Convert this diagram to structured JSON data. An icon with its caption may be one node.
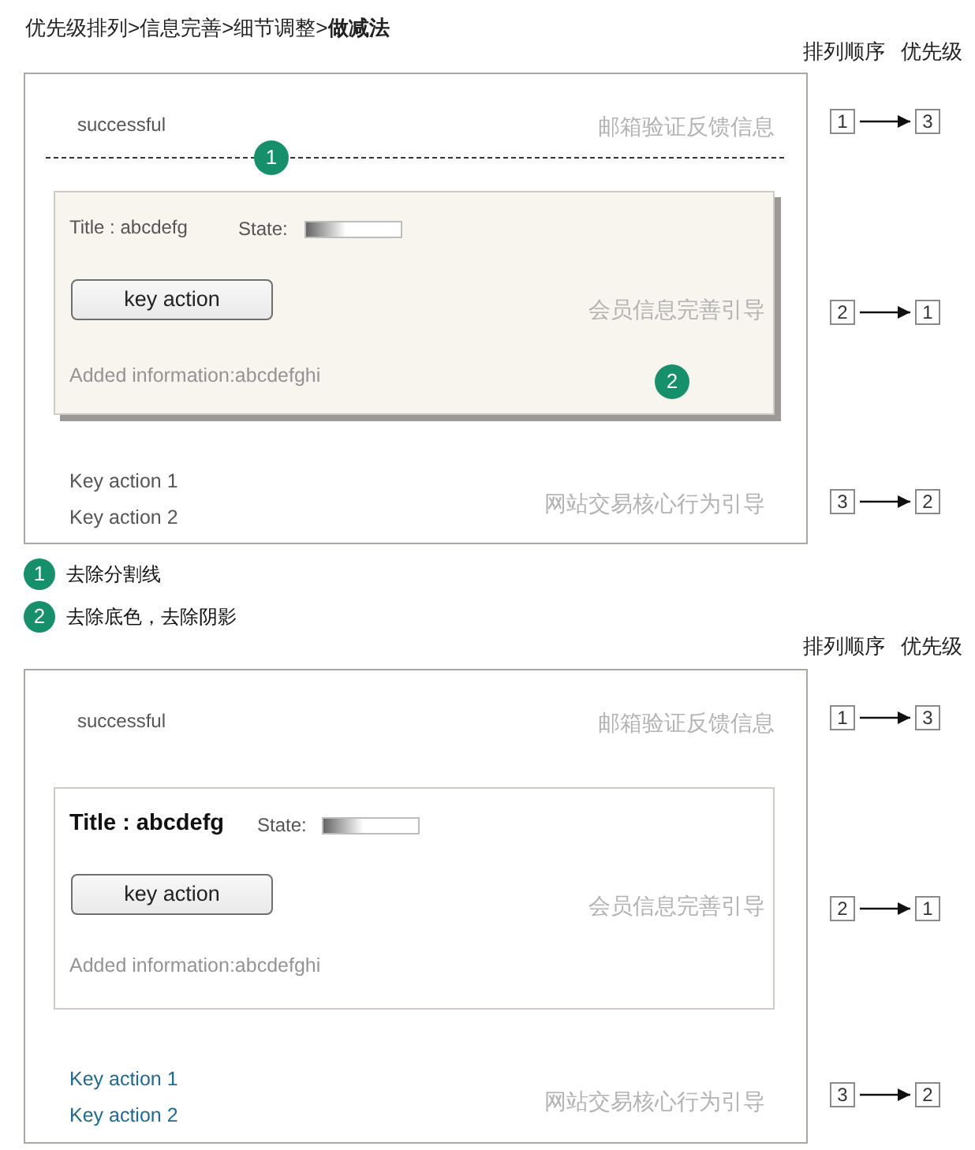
{
  "diagram": {
    "title": "优先级排列>信息完善>细节调整>**做减法**",
    "nodes": [
      {
        "text": [
          "successful",
          "邮箱验证反馈信息",
          "Key action 1",
          "Key action 2",
          "网站交易核心行为引导"
        ]
      },
      {
        "text": [
          "1"
        ],
        "in": 0
      },
      {
        "text": [
          "Title : abcdefg",
          "State:",
          "会员信息完善引导",
          "Added information:abcdefghi"
        ],
        "in": 0
      },
      {
        "text": [
          "key action"
        ],
        "in": 2
      },
      {
        "text": [
          "2"
        ],
        "in": 2
      },
      {
        "text": [
          "1"
        ]
      },
      {
        "text": [
          "3"
        ]
      },
      {
        "text": [
          "2"
        ]
      },
      {
        "text": [
          "1"
        ]
      },
      {
        "text": [
          "3"
        ]
      },
      {
        "text": [
          "2"
        ]
      },
      {
        "text": [
          "1"
        ],
        "beside": [
          "去除分割线"
        ]
      },
      {
        "text": [
          "2"
        ],
        "beside": [
          "去除底色，去除阴影"
        ]
      },
      {
        "text": [
          "successful",
          "邮箱验证反馈信息",
          "Key action 1",
          "Key action 2",
          "网站交易核心行为引导"
        ]
      },
      {
        "text": [
          "Title : abcdefg",
          "State:",
          "会员信息完善引导",
          "Added information:abcdefghi"
        ],
        "in": 13
      },
      {
        "text": [
          "key action"
        ],
        "in": 14
      },
      {
        "text": [
          "1"
        ]
      },
      {
        "text": [
          "3"
        ]
      },
      {
        "text": [
          "2"
        ]
      },
      {
        "text": [
          "1"
        ]
      },
      {
        "text": [
          "3"
        ]
      },
      {
        "text": [
          "2"
        ]
      }
    ],
    "edges": [
      {
        "from": 5,
        "to": 6,
        "arrow": "to"
      },
      {
        "from": 7,
        "to": 8,
        "arrow": "to"
      },
      {
        "from": 9,
        "to": 10,
        "arrow": "to"
      },
      {
        "from": 16,
        "to": 17,
        "arrow": "to"
      },
      {
        "from": 18,
        "to": 19,
        "arrow": "to"
      },
      {
        "from": 20,
        "to": 21,
        "arrow": "to"
      }
    ],
    "labels": [
      "排列顺序",
      "优先级",
      "排列顺序",
      "优先级"
    ]
  }
}
